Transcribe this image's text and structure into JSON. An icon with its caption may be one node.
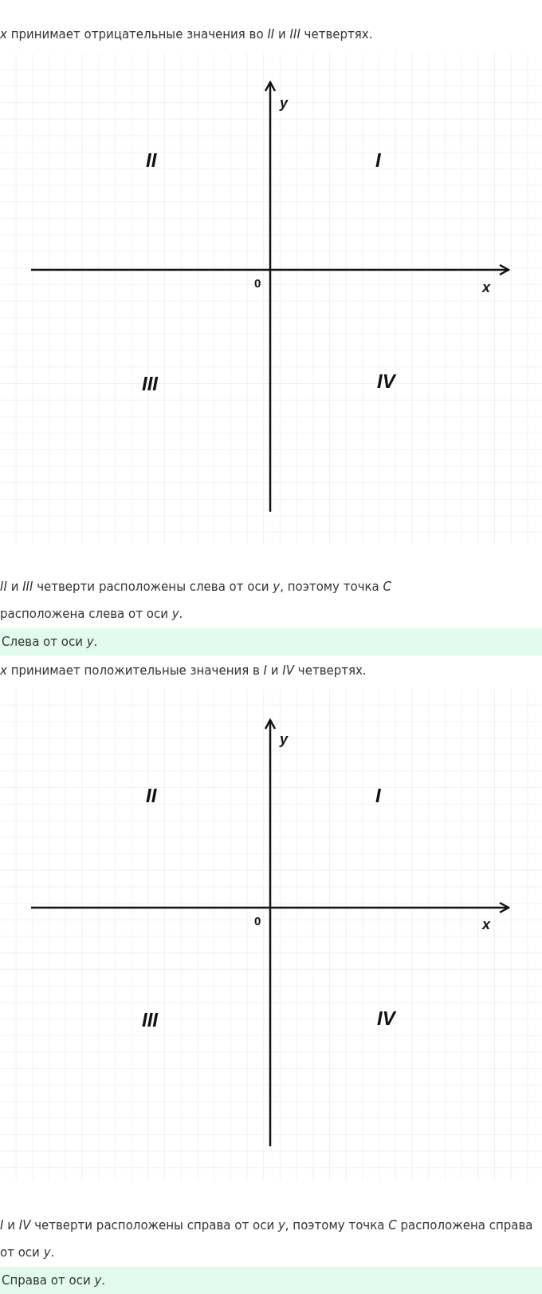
{
  "diagram": {
    "labels": [
      "*x* принимает отрицательные значения во *II* и *III* четвертях.",
      "y",
      "II",
      "I",
      "0",
      "x",
      "III",
      "IV",
      "*II* и *III* четверти расположены слева от оси *y*, поэтому точка *C* расположена слева от оси *y*.",
      "Слева от оси *y*.",
      "*x* принимает положительные значения в *I* и *IV* четвертях.",
      "y",
      "II",
      "I",
      "0",
      "x",
      "III",
      "IV",
      "*I* и *IV* четверти расположены справа от оси *y*, поэтому точка *C* расположена справа от оси *y*.",
      "Справа от оси *y*."
    ]
  }
}
